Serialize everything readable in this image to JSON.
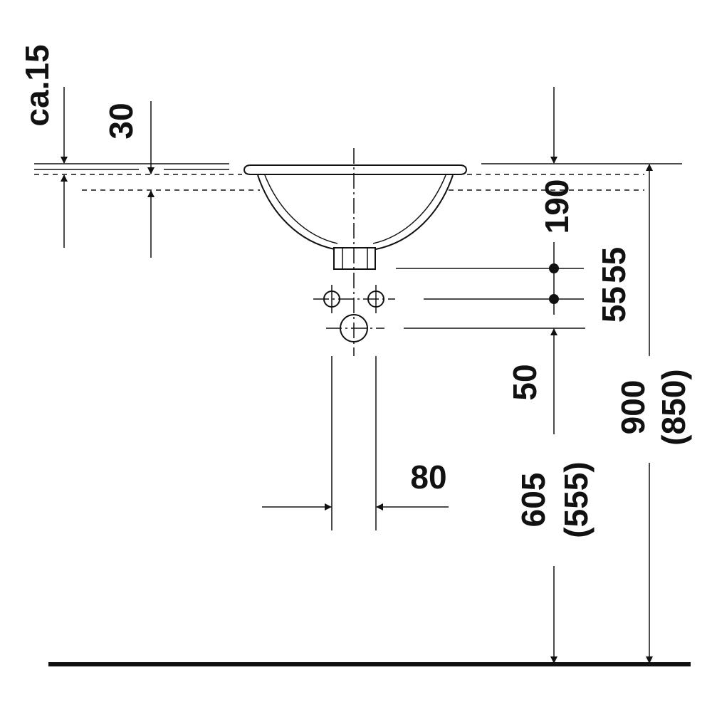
{
  "dimensions": {
    "overflow_depth": "ca.15",
    "rim_thickness": "30",
    "basin_height": "190",
    "drain_to_supply": "55",
    "supply_to_waste": "55",
    "waste_above": "50",
    "waste_height": "605",
    "waste_height_alt": "(555)",
    "rim_height": "900",
    "rim_height_alt": "(850)",
    "supply_spacing": "80"
  },
  "colors": {
    "line": "#111111",
    "background": "#ffffff"
  }
}
